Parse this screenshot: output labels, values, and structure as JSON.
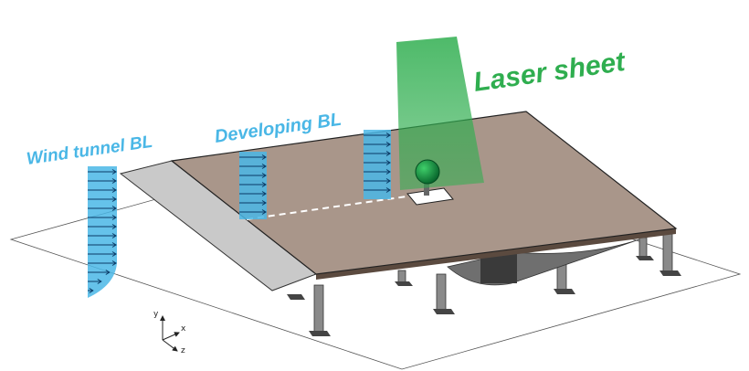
{
  "labels": {
    "laser_sheet": "Laser sheet",
    "developing_bl": "Developing BL",
    "wind_tunnel_bl": "Wind tunnel BL"
  },
  "axes": {
    "y": "y",
    "x": "x",
    "z": "z"
  },
  "colors": {
    "laser_green": "#2fae4f",
    "profile_blue": "#4ab7e6",
    "plate_brown": "#a9968a",
    "ramp_gray": "#c9c9c9",
    "sphere_green": "#0c8a3a"
  }
}
